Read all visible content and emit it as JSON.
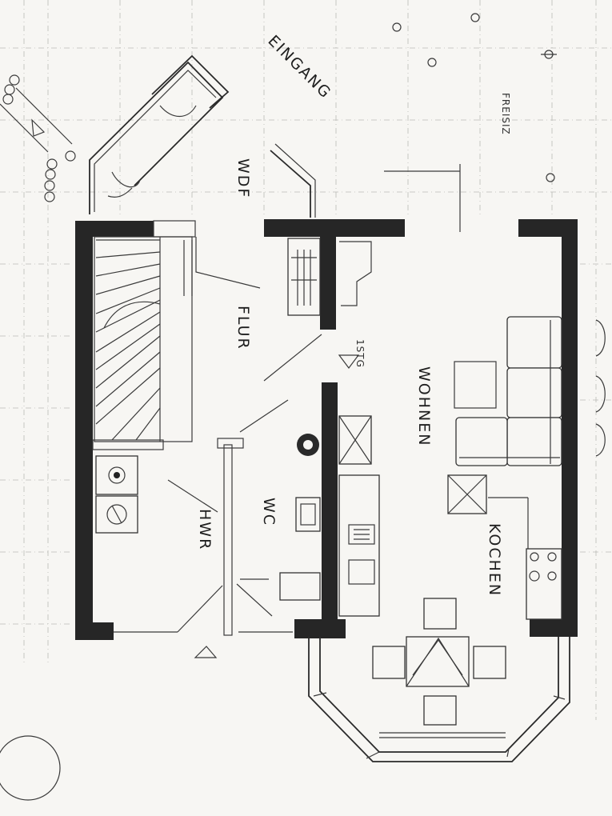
{
  "labels": {
    "eingang": "EINGANG",
    "freisitz": "FREISIZ",
    "wdf": "WDF",
    "flur": "FLUR",
    "stg": "1STG",
    "wohnen": "WOHNEN",
    "wc": "WC",
    "hwr": "HWR",
    "kochen": "KOCHEN"
  },
  "colors": {
    "paper": "#f7f6f3",
    "wall": "#262626",
    "grid": "#b9b9b5"
  }
}
